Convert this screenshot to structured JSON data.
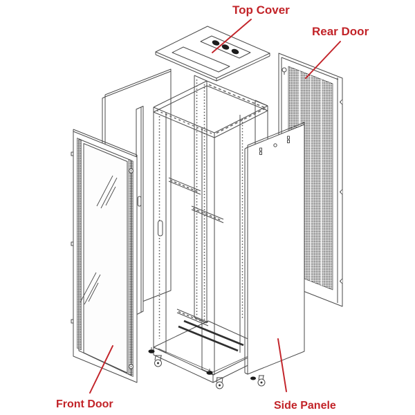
{
  "diagram": {
    "subject": "server rack cabinet exploded view",
    "labels": {
      "top_cover": "Top Cover",
      "rear_door": "Rear Door",
      "front_door": "Front Door",
      "side_panel": "Side Panele"
    },
    "colors": {
      "label_text": "#C22328",
      "leader_line": "#C3252B",
      "drawing_line": "#4a4a4a",
      "perforation": "#3f3f3f",
      "background": "#ffffff"
    }
  }
}
